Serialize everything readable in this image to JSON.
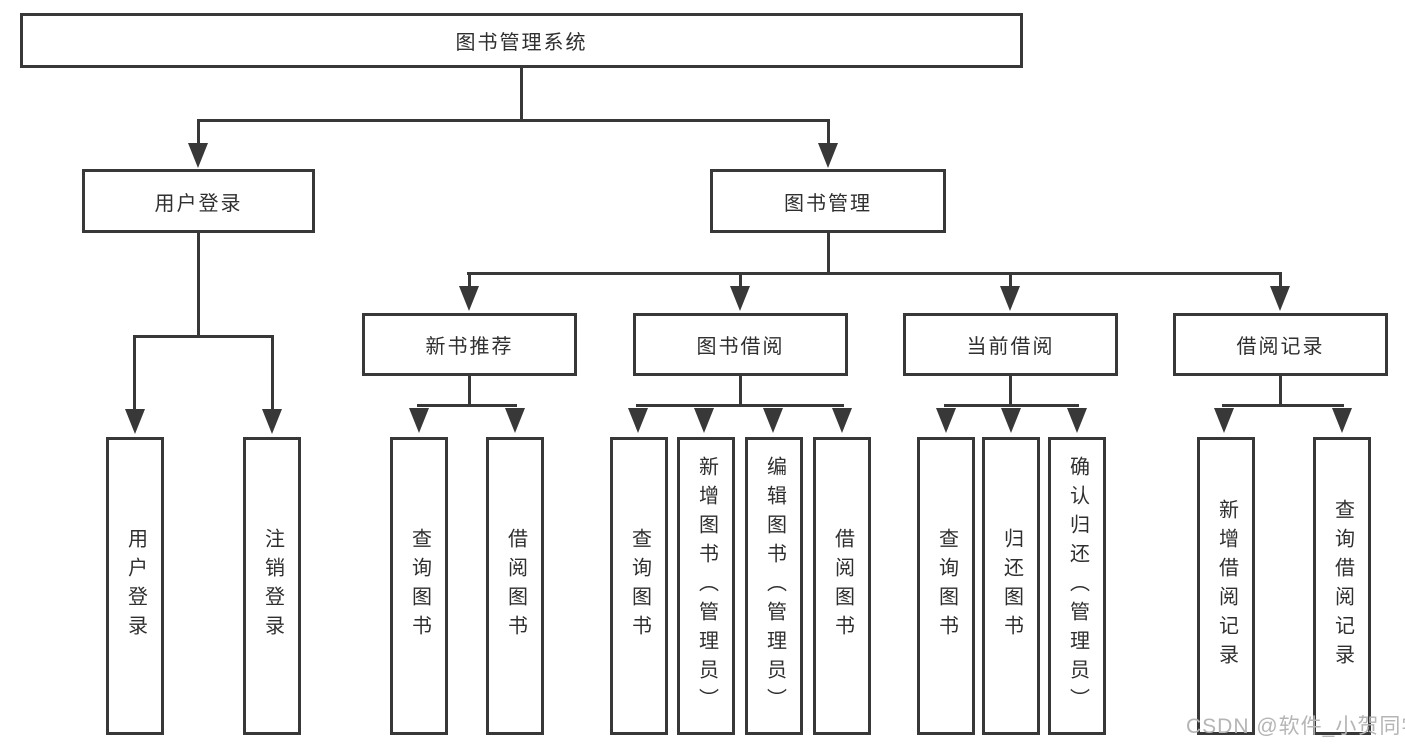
{
  "diagram": {
    "title_node": {
      "label": "图书管理系统"
    },
    "level2": [
      {
        "id": "user-login",
        "label": "用户登录"
      },
      {
        "id": "book-management",
        "label": "图书管理"
      }
    ],
    "level3": [
      {
        "id": "new-book-recommend",
        "label": "新书推荐"
      },
      {
        "id": "book-borrow",
        "label": "图书借阅"
      },
      {
        "id": "current-borrow",
        "label": "当前借阅"
      },
      {
        "id": "borrow-record",
        "label": "借阅记录"
      }
    ],
    "leaves": {
      "user_login": [
        {
          "label": "用户登录"
        },
        {
          "label": "注销登录"
        }
      ],
      "new_book": [
        {
          "label": "查询图书"
        },
        {
          "label": "借阅图书"
        }
      ],
      "book_borrow": [
        {
          "label": "查询图书"
        },
        {
          "label": "新增图书（管理员）"
        },
        {
          "label": "编辑图书（管理员）"
        },
        {
          "label": "借阅图书"
        }
      ],
      "current_borrow": [
        {
          "label": "查询图书"
        },
        {
          "label": "归还图书"
        },
        {
          "label": "确认归还（管理员）"
        }
      ],
      "borrow_record": [
        {
          "label": "新增借阅记录"
        },
        {
          "label": "查询借阅记录"
        }
      ]
    },
    "colors": {
      "line": "#383838",
      "text": "#2f2f2f",
      "watermark": "#b5b5b5",
      "background": "#ffffff"
    }
  },
  "watermark": {
    "text": "CSDN @软件_小贺同学"
  }
}
